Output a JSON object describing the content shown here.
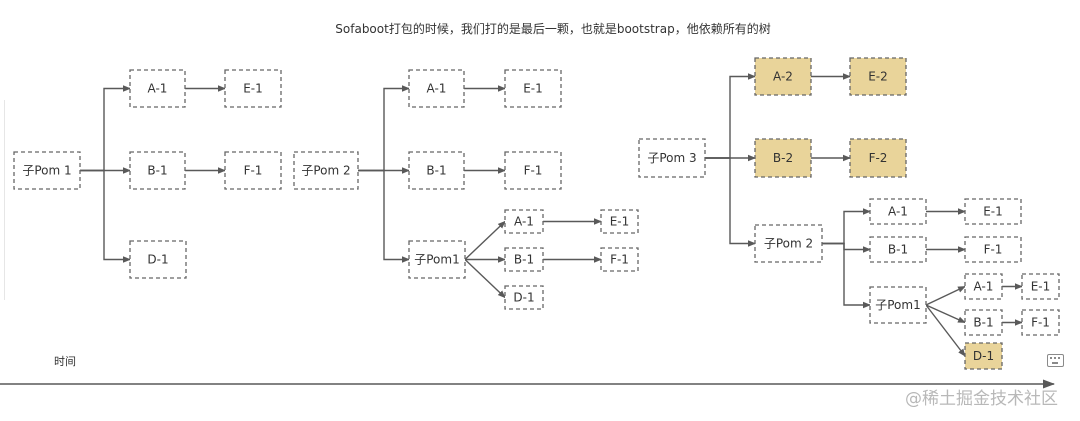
{
  "title": "Sofaboot打包的时候，我们打的是最后一颗，也就是bootstrap，他依赖所有的树",
  "time_label": "时间",
  "watermark": "@稀土掘金技术社区",
  "colors": {
    "highlight_fill": "#e9d49a",
    "highlight_border": "#807a45",
    "normal_fill": "#ffffff",
    "normal_border": "#666666",
    "edge": "#595959"
  },
  "icons": [
    "keyboard-icon"
  ],
  "nodes": [
    {
      "id": "t1-root",
      "label": "子Pom 1",
      "style": "normal"
    },
    {
      "id": "t1-a1",
      "label": "A-1",
      "style": "normal"
    },
    {
      "id": "t1-e1",
      "label": "E-1",
      "style": "normal"
    },
    {
      "id": "t1-b1",
      "label": "B-1",
      "style": "normal"
    },
    {
      "id": "t1-f1",
      "label": "F-1",
      "style": "normal"
    },
    {
      "id": "t1-d1",
      "label": "D-1",
      "style": "outlined"
    },
    {
      "id": "t2-root",
      "label": "子Pom 2",
      "style": "normal"
    },
    {
      "id": "t2-a1",
      "label": "A-1",
      "style": "normal"
    },
    {
      "id": "t2-e1",
      "label": "E-1",
      "style": "normal"
    },
    {
      "id": "t2-b1",
      "label": "B-1",
      "style": "normal"
    },
    {
      "id": "t2-f1",
      "label": "F-1",
      "style": "normal"
    },
    {
      "id": "t2-pom1",
      "label": "子Pom1",
      "style": "outlined"
    },
    {
      "id": "t2-sa1",
      "label": "A-1",
      "style": "normal"
    },
    {
      "id": "t2-se1",
      "label": "E-1",
      "style": "normal"
    },
    {
      "id": "t2-sb1",
      "label": "B-1",
      "style": "normal"
    },
    {
      "id": "t2-sf1",
      "label": "F-1",
      "style": "normal"
    },
    {
      "id": "t2-sd1",
      "label": "D-1",
      "style": "outlined"
    },
    {
      "id": "t3-root",
      "label": "子Pom 3",
      "style": "normal"
    },
    {
      "id": "t3-a2",
      "label": "A-2",
      "style": "highlight"
    },
    {
      "id": "t3-e2",
      "label": "E-2",
      "style": "highlight"
    },
    {
      "id": "t3-b2",
      "label": "B-2",
      "style": "highlight"
    },
    {
      "id": "t3-f2",
      "label": "F-2",
      "style": "highlight"
    },
    {
      "id": "t3-pom2",
      "label": "子Pom 2",
      "style": "normal"
    },
    {
      "id": "t3-a1",
      "label": "A-1",
      "style": "normal"
    },
    {
      "id": "t3-e1",
      "label": "E-1",
      "style": "normal"
    },
    {
      "id": "t3-b1",
      "label": "B-1",
      "style": "normal"
    },
    {
      "id": "t3-f1",
      "label": "F-1",
      "style": "normal"
    },
    {
      "id": "t3-pom1",
      "label": "子Pom1",
      "style": "normal"
    },
    {
      "id": "t3-sa1",
      "label": "A-1",
      "style": "normal"
    },
    {
      "id": "t3-se1",
      "label": "E-1",
      "style": "normal"
    },
    {
      "id": "t3-sb1",
      "label": "B-1",
      "style": "normal"
    },
    {
      "id": "t3-sf1",
      "label": "F-1",
      "style": "normal"
    },
    {
      "id": "t3-sd1",
      "label": "D-1",
      "style": "highlight"
    }
  ],
  "edges": [
    [
      "t1-root",
      "t1-a1"
    ],
    [
      "t1-root",
      "t1-b1"
    ],
    [
      "t1-root",
      "t1-d1"
    ],
    [
      "t1-a1",
      "t1-e1"
    ],
    [
      "t1-b1",
      "t1-f1"
    ],
    [
      "t2-root",
      "t2-a1"
    ],
    [
      "t2-root",
      "t2-b1"
    ],
    [
      "t2-root",
      "t2-pom1"
    ],
    [
      "t2-a1",
      "t2-e1"
    ],
    [
      "t2-b1",
      "t2-f1"
    ],
    [
      "t2-pom1",
      "t2-sa1"
    ],
    [
      "t2-pom1",
      "t2-sb1"
    ],
    [
      "t2-pom1",
      "t2-sd1"
    ],
    [
      "t2-sa1",
      "t2-se1"
    ],
    [
      "t2-sb1",
      "t2-sf1"
    ],
    [
      "t3-root",
      "t3-a2"
    ],
    [
      "t3-root",
      "t3-b2"
    ],
    [
      "t3-root",
      "t3-pom2"
    ],
    [
      "t3-a2",
      "t3-e2"
    ],
    [
      "t3-b2",
      "t3-f2"
    ],
    [
      "t3-pom2",
      "t3-a1"
    ],
    [
      "t3-pom2",
      "t3-b1"
    ],
    [
      "t3-pom2",
      "t3-pom1"
    ],
    [
      "t3-a1",
      "t3-e1"
    ],
    [
      "t3-b1",
      "t3-f1"
    ],
    [
      "t3-pom1",
      "t3-sa1"
    ],
    [
      "t3-pom1",
      "t3-sb1"
    ],
    [
      "t3-pom1",
      "t3-sd1"
    ],
    [
      "t3-sa1",
      "t3-se1"
    ],
    [
      "t3-sb1",
      "t3-sf1"
    ]
  ]
}
